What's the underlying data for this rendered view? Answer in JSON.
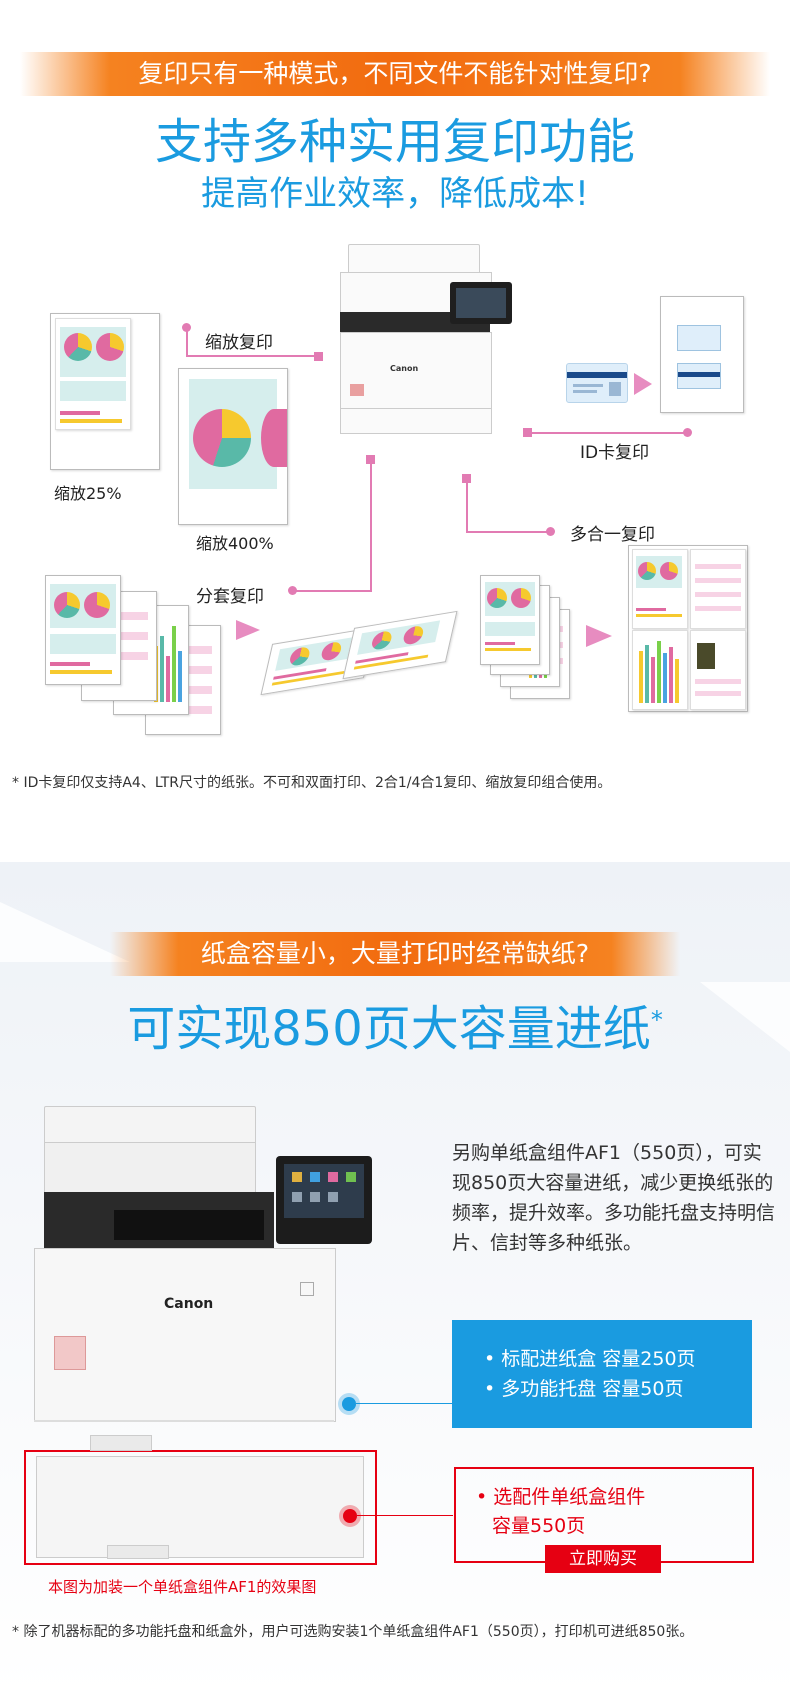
{
  "section1": {
    "banner": "复印只有一种模式，不同文件不能针对性复印?",
    "headline": "支持多种实用复印功能",
    "subheadline": "提高作业效率，降低成本!",
    "labels": {
      "zoom_copy": "缩放复印",
      "zoom25": "缩放25%",
      "zoom400": "缩放400%",
      "id_copy": "ID卡复印",
      "multi_copy": "多合一复印",
      "collate_copy": "分套复印"
    },
    "printer_brand": "Canon",
    "note": "* ID卡复印仅支持A4、LTR尺寸的纸张。不可和双面打印、2合1/4合1复印、缩放复印组合使用。"
  },
  "section2": {
    "banner": "纸盒容量小，大量打印时经常缺纸?",
    "headline": "可实现850页大容量进纸",
    "headline_mark": "*",
    "description": "另购单纸盒组件AF1（550页），可实现850页大容量进纸，减少更换纸张的频率，提升效率。多功能托盘支持明信片、信封等多种纸张。",
    "printer_brand": "Canon",
    "standard_items": [
      "• 标配进纸盒 容量250页",
      "• 多功能托盘 容量50页"
    ],
    "optional_line1": "• 选配件单纸盒组件",
    "optional_line2": "容量550页",
    "buy_button": "立即购买",
    "caption": "本图为加装一个单纸盒组件AF1的效果图",
    "note": "* 除了机器标配的多功能托盘和纸盒外，用户可选购安装1个单纸盒组件AF1（550页），打印机可进纸850张。"
  },
  "colors": {
    "accent_blue": "#1a9be0",
    "banner_orange": "#f26b0f",
    "connector_pink": "#e27bb3",
    "alert_red": "#e60012"
  }
}
